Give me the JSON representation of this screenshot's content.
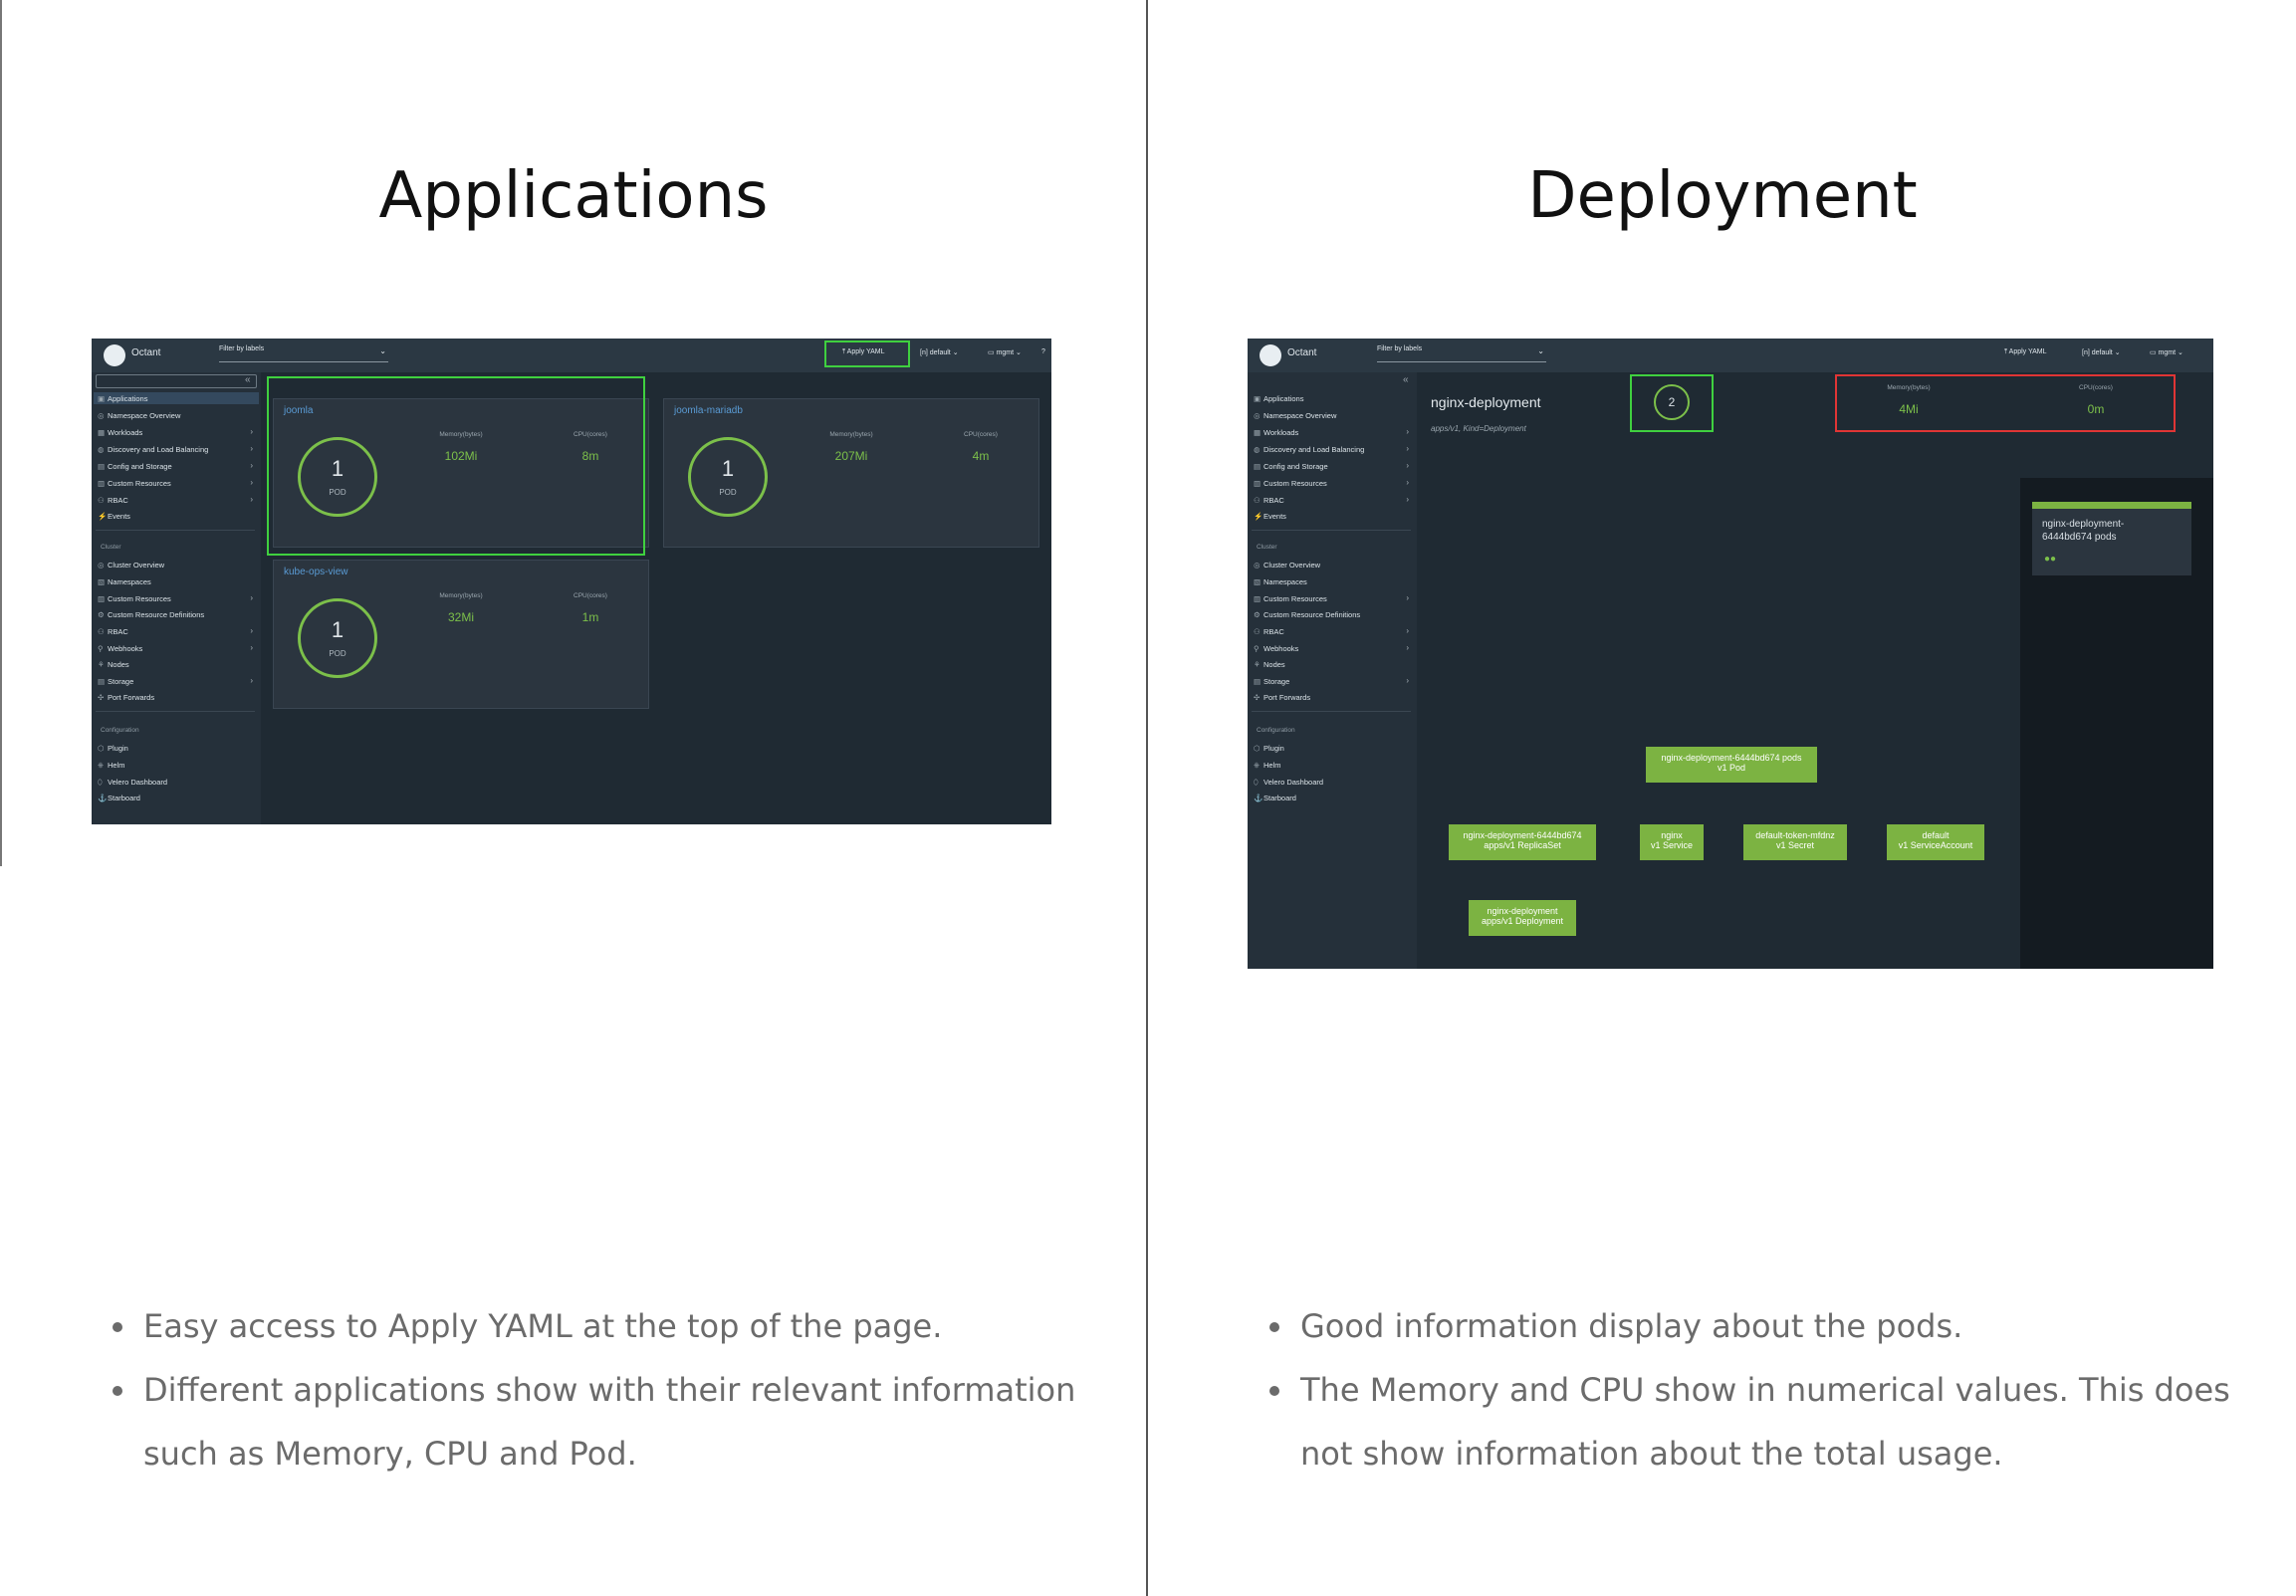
{
  "left": {
    "heading": "Applications",
    "shot": {
      "app_name": "Octant",
      "filter_placeholder": "Filter by labels",
      "apply_yaml": "Apply YAML",
      "namespace": "default",
      "context": "mgmt",
      "sidebar": {
        "items": [
          "Applications",
          "Namespace Overview",
          "Workloads",
          "Discovery and Load Balancing",
          "Config and Storage",
          "Custom Resources",
          "RBAC",
          "Events"
        ],
        "cluster_heading": "Cluster",
        "cluster_items": [
          "Cluster Overview",
          "Namespaces",
          "Custom Resources",
          "Custom Resource Definitions",
          "RBAC",
          "Webhooks",
          "Nodes",
          "Storage",
          "Port Forwards"
        ],
        "config_heading": "Configuration",
        "config_items": [
          "Plugin",
          "Helm",
          "Velero Dashboard",
          "Starboard"
        ]
      },
      "cards": [
        {
          "name": "joomla",
          "pods": "1",
          "pod_label": "POD",
          "mem_label": "Memory(bytes)",
          "mem": "102Mi",
          "cpu_label": "CPU(cores)",
          "cpu": "8m"
        },
        {
          "name": "joomla-mariadb",
          "pods": "1",
          "pod_label": "POD",
          "mem_label": "Memory(bytes)",
          "mem": "207Mi",
          "cpu_label": "CPU(cores)",
          "cpu": "4m"
        },
        {
          "name": "kube-ops-view",
          "pods": "1",
          "pod_label": "POD",
          "mem_label": "Memory(bytes)",
          "mem": "32Mi",
          "cpu_label": "CPU(cores)",
          "cpu": "1m"
        }
      ]
    },
    "notes": [
      "Easy access to Apply YAML at the top of the page.",
      "Different applications show with their relevant information such as Memory, CPU and Pod."
    ]
  },
  "right": {
    "heading": "Deployment",
    "shot": {
      "app_name": "Octant",
      "filter_placeholder": "Filter by labels",
      "apply_yaml": "Apply YAML",
      "namespace": "default",
      "context": "mgmt",
      "title": "nginx-deployment",
      "subtitle": "apps/v1, Kind=Deployment",
      "pod_count": "2",
      "mem_label": "Memory(bytes)",
      "mem": "4Mi",
      "cpu_label": "CPU(cores)",
      "cpu": "0m",
      "side_card": "nginx-deployment-6444bd674 pods",
      "nodes": {
        "pod": [
          "nginx-deployment-6444bd674 pods",
          "v1 Pod"
        ],
        "replicaset": [
          "nginx-deployment-6444bd674",
          "apps/v1 ReplicaSet"
        ],
        "service": [
          "nginx",
          "v1 Service"
        ],
        "secret": [
          "default-token-mfdnz",
          "v1 Secret"
        ],
        "serviceaccount": [
          "default",
          "v1 ServiceAccount"
        ],
        "deployment": [
          "nginx-deployment",
          "apps/v1 Deployment"
        ]
      }
    },
    "notes": [
      "Good information display about the pods.",
      "The Memory and CPU show in numerical values. This does not show information about the total usage."
    ]
  },
  "colors": {
    "accent_green": "#7cc04a",
    "highlight_green": "#3fd03f",
    "highlight_red": "#e03535",
    "node_green": "#7cb342"
  }
}
